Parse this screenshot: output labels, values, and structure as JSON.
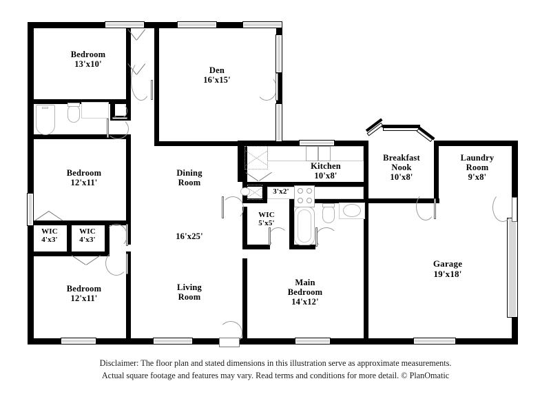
{
  "document": {
    "type": "floor-plan",
    "brand": "PlanOmatic",
    "disclaimer_line1": "Disclaimer: The floor plan and stated dimensions in this illustration serve as approximate measurements.",
    "disclaimer_line2": "Actual square footage and features may vary. Read terms and conditions for more detail. © PlanOmatic"
  },
  "colors": {
    "wall": "#000000",
    "background": "#ffffff",
    "fixture_line": "#b2b2b2",
    "window_fill": "#d8d8d8",
    "text": "#000000"
  },
  "rooms": {
    "bedroom_front": {
      "name": "Bedroom",
      "dimensions": "13'x10'",
      "label": "Bedroom\n13'x10'"
    },
    "bedroom_mid": {
      "name": "Bedroom",
      "dimensions": "12'x11'",
      "label": "Bedroom\n12'x11'"
    },
    "bedroom_rear": {
      "name": "Bedroom",
      "dimensions": "12'x11'",
      "label": "Bedroom\n12'x11'"
    },
    "den": {
      "name": "Den",
      "dimensions": "16'x15'",
      "label": "Den\n16'x15'"
    },
    "dining": {
      "name": "Dining Room",
      "dimensions": "",
      "label": "Dining\nRoom"
    },
    "living": {
      "name": "Living Room",
      "dimensions": "",
      "label": "Living\nRoom"
    },
    "dining_living_dims": {
      "name": "Dining and Living Room dimensions",
      "dimensions": "16'x25'",
      "label": "16'x25'"
    },
    "kitchen": {
      "name": "Kitchen",
      "dimensions": "10'x8'",
      "label": "Kitchen\n10'x8'"
    },
    "breakfast": {
      "name": "Breakfast Nook",
      "dimensions": "10'x8'",
      "label": "Breakfast\nNook\n10'x8'"
    },
    "laundry": {
      "name": "Laundry Room",
      "dimensions": "9'x8'",
      "label": "Laundry\nRoom\n9'x8'"
    },
    "garage": {
      "name": "Garage",
      "dimensions": "19'x18'",
      "label": "Garage\n19'x18'"
    },
    "main_bedroom": {
      "name": "Main Bedroom",
      "dimensions": "14'x12'",
      "label": "Main\nBedroom\n14'x12'"
    }
  },
  "closets": {
    "wic_left": {
      "name": "WIC",
      "dimensions": "4'x3'",
      "label": "WIC\n4'x3'"
    },
    "wic_right": {
      "name": "WIC",
      "dimensions": "4'x3'",
      "label": "WIC\n4'x3'"
    },
    "wic_main": {
      "name": "WIC",
      "dimensions": "5'x5'",
      "label": "WIC\n5'x5'"
    },
    "closet_small": {
      "name": "closet",
      "dimensions": "3'x2'",
      "label": "3'x2'"
    }
  },
  "fixtures": [
    {
      "name": "hall-bath-tub",
      "type": "bathtub"
    },
    {
      "name": "hall-bath-toilet",
      "type": "toilet"
    },
    {
      "name": "hall-bath-sink",
      "type": "sink"
    },
    {
      "name": "main-bath-tub",
      "type": "bathtub"
    },
    {
      "name": "main-bath-toilet",
      "type": "toilet"
    },
    {
      "name": "main-bath-sink",
      "type": "sink"
    },
    {
      "name": "kitchen-sink",
      "type": "double-sink"
    },
    {
      "name": "kitchen-range",
      "type": "cooktop"
    },
    {
      "name": "kitchen-pantry",
      "type": "pantry"
    }
  ],
  "features": {
    "bay_window": "Breakfast Nook bay window",
    "garage_door": "Garage overhead door",
    "front_entry": "Front entry door"
  }
}
